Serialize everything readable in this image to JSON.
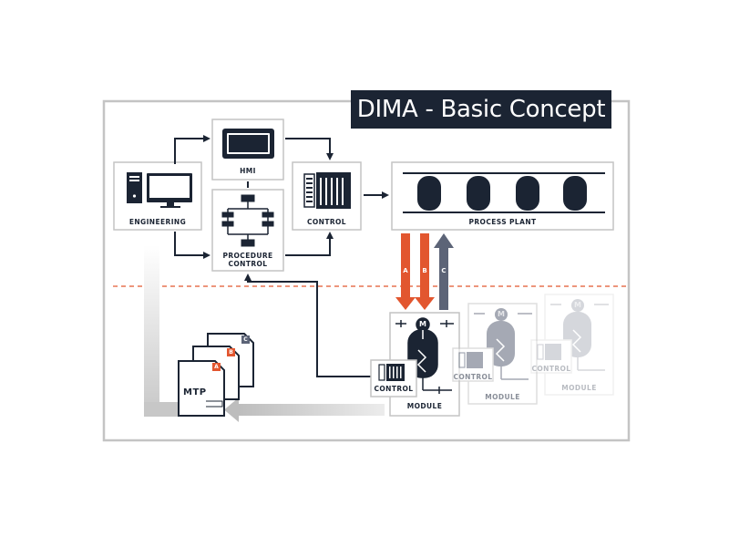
{
  "title": "DIMA - Basic Concept",
  "labels": {
    "hmi": "HMI",
    "engineering": "ENGINEERING",
    "procedure_control_line1": "PROCEDURE",
    "procedure_control_line2": "CONTROL",
    "control": "CONTROL",
    "process_plant": "PROCESS PLANT",
    "module_control": "CONTROL",
    "module": "MODULE",
    "module2_control": "CONTROL",
    "module2": "MODULE",
    "module3_control": "CONTROL",
    "module3": "MODULE"
  },
  "connection_labels": [
    "A",
    "B",
    "C"
  ],
  "mtp": {
    "label": "MTP",
    "document_letters": [
      "A",
      "B",
      "C"
    ]
  },
  "motor_symbol": "M",
  "colors": {
    "dark": "#1b2433",
    "frame": "#c4c4c4",
    "accent_orange": "#e2562f",
    "accent_slate": "#5c6477",
    "dashed_line": "#e2562f"
  }
}
